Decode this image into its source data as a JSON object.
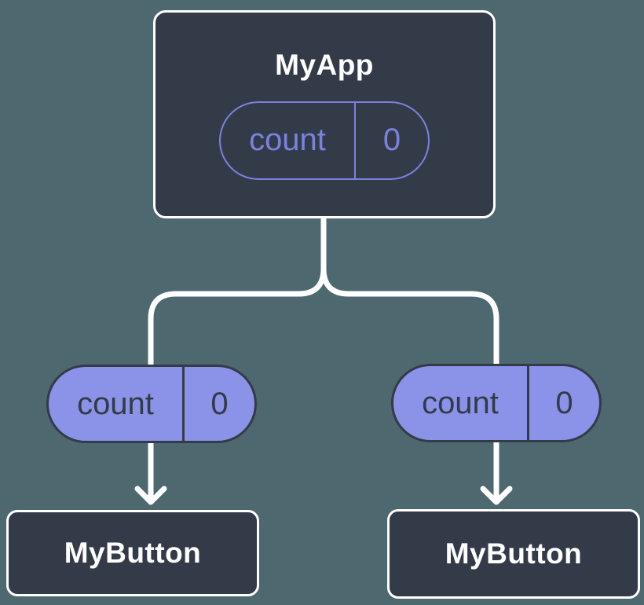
{
  "diagram": {
    "description": "Component tree showing a parent component passing a prop down to two child components",
    "background_color": "#4e6870",
    "colors": {
      "node_fill": "#343b48",
      "node_border": "#ffffff",
      "pill_outline_accent": "#7a82e0",
      "pill_fill": "#8a93e8",
      "pill_dark_text": "#343b48",
      "connector": "#ffffff",
      "title_text": "#ffffff"
    },
    "root": {
      "title": "MyApp",
      "prop": {
        "name": "count",
        "value": "0"
      }
    },
    "edges": [
      {
        "prop": {
          "name": "count",
          "value": "0"
        }
      },
      {
        "prop": {
          "name": "count",
          "value": "0"
        }
      }
    ],
    "children": [
      {
        "title": "MyButton"
      },
      {
        "title": "MyButton"
      }
    ]
  }
}
